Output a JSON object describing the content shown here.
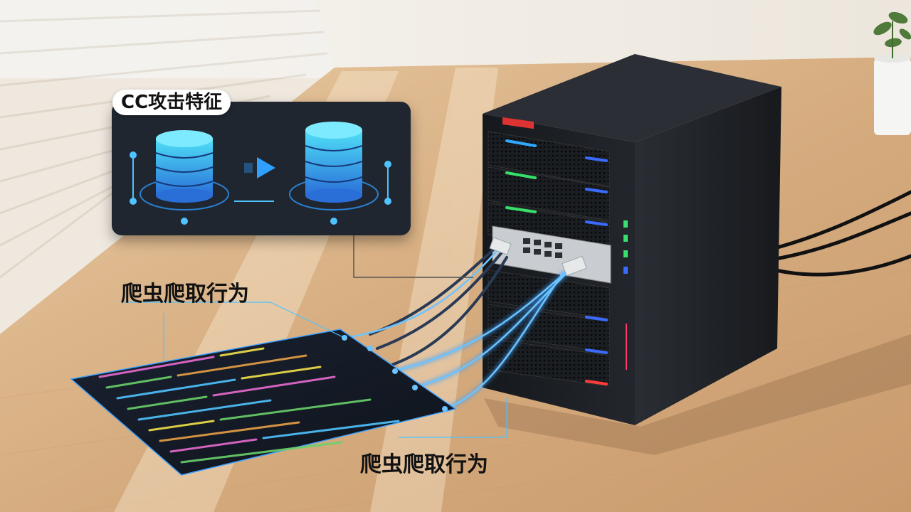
{
  "callout": {
    "title": "CC攻击特征"
  },
  "labels": {
    "crawler_top": "爬虫爬取行为",
    "crawler_bottom": "爬虫爬取行为"
  },
  "colors": {
    "wall": "#f3efe8",
    "desk": "#d9b48a",
    "server_body": "#1c1f24",
    "card_bg": "#1f2630",
    "db_cyan": "#3fd0f0",
    "db_blue": "#2a7fe0",
    "cable_blue": "#3aa0ff",
    "led_green": "#36e06a",
    "led_red": "#ff3b3b"
  },
  "icons": [
    "database-icon",
    "arrow-right-icon"
  ]
}
